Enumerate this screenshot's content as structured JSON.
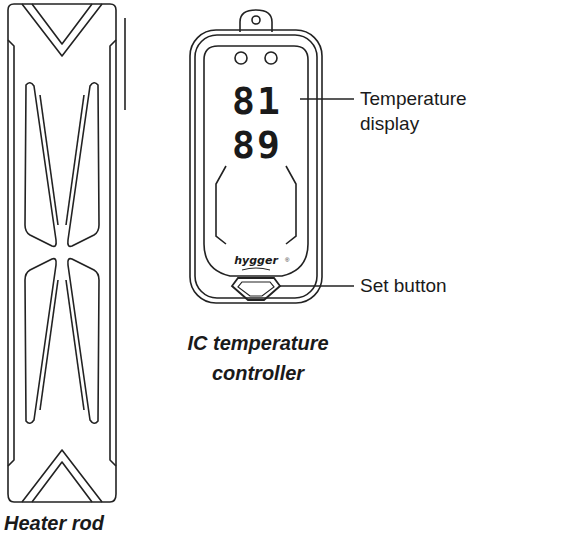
{
  "diagram": {
    "nodes": [
      {
        "text": [
          "81",
          "89",
          "hygger"
        ]
      }
    ],
    "labels": [
      "Temperature display",
      "Set button",
      "IC temperature controller",
      "Heater rod",
      "®"
    ]
  }
}
